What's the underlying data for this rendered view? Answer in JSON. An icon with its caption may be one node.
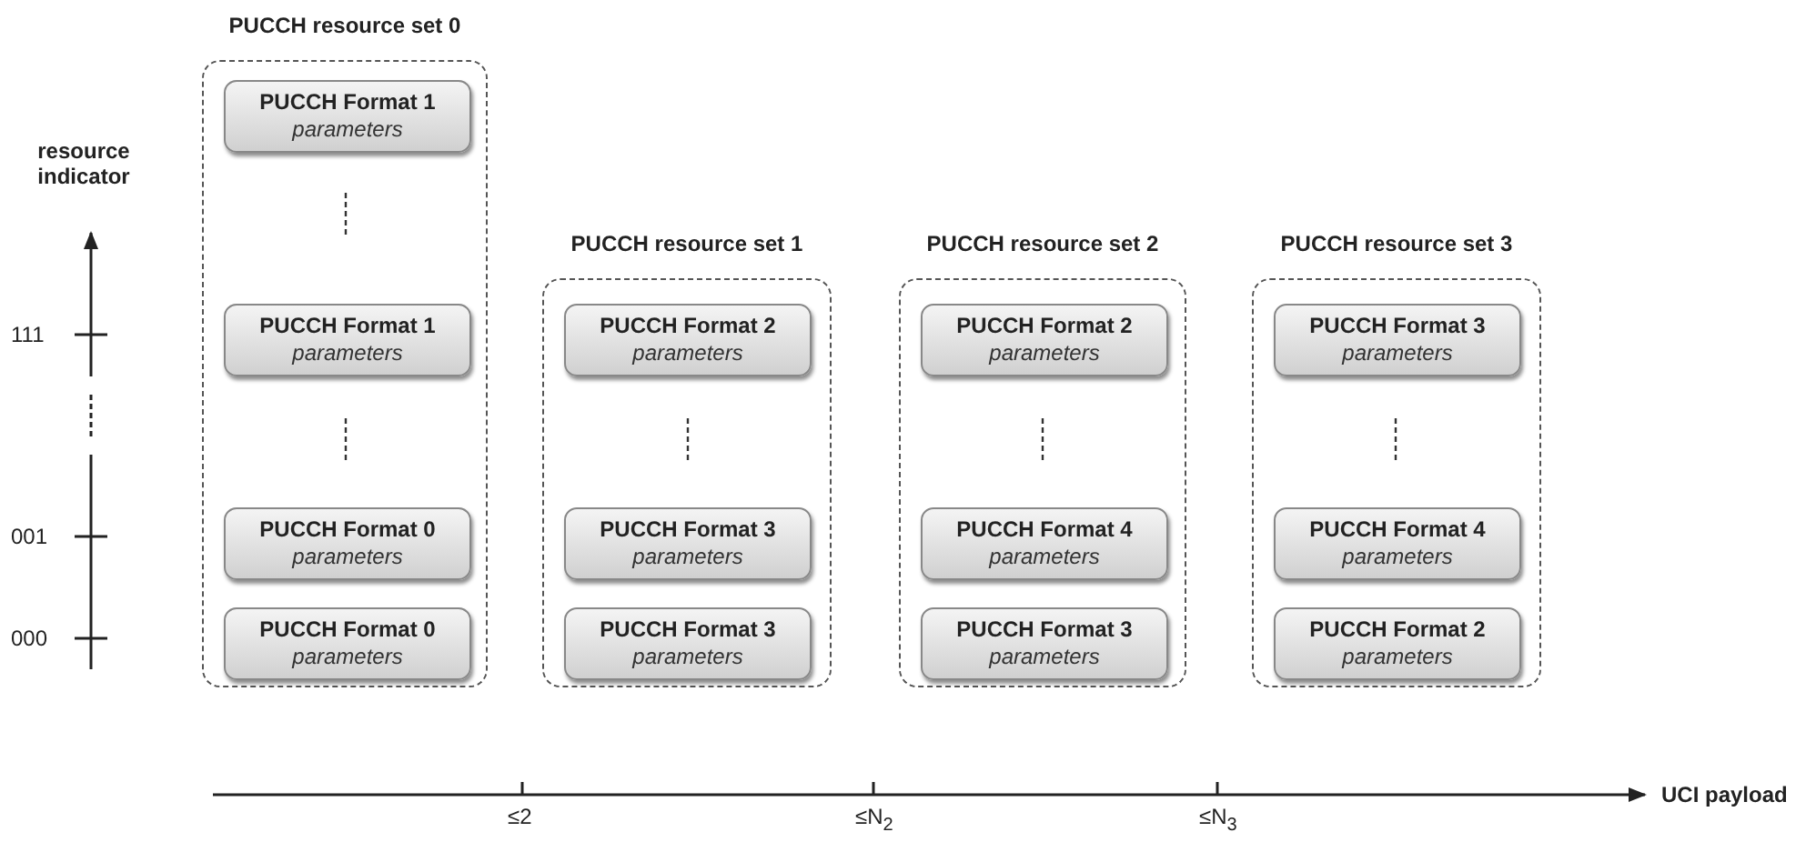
{
  "diagram": {
    "nodes": [
      {
        "text": [
          "PUCCH resource set 0"
        ]
      },
      {
        "text": [
          "PUCCH Format 1",
          "parameters"
        ],
        "in": 0
      },
      {
        "text": [
          "PUCCH Format 1",
          "parameters"
        ],
        "in": 0
      },
      {
        "text": [
          "PUCCH Format 0",
          "parameters"
        ],
        "in": 0
      },
      {
        "text": [
          "PUCCH Format 0",
          "parameters"
        ],
        "in": 0
      },
      {
        "text": [
          "PUCCH resource set 1"
        ]
      },
      {
        "text": [
          "PUCCH Format 2",
          "parameters"
        ],
        "in": 5
      },
      {
        "text": [
          "PUCCH Format 3",
          "parameters"
        ],
        "in": 5
      },
      {
        "text": [
          "PUCCH Format 3",
          "parameters"
        ],
        "in": 5
      },
      {
        "text": [
          "PUCCH resource set 2"
        ]
      },
      {
        "text": [
          "PUCCH Format 2",
          "parameters"
        ],
        "in": 9
      },
      {
        "text": [
          "PUCCH Format 4",
          "parameters"
        ],
        "in": 9
      },
      {
        "text": [
          "PUCCH Format 3",
          "parameters"
        ],
        "in": 9
      },
      {
        "text": [
          "PUCCH resource set 3"
        ]
      },
      {
        "text": [
          "PUCCH Format 3",
          "parameters"
        ],
        "in": 13
      },
      {
        "text": [
          "PUCCH Format 4",
          "parameters"
        ],
        "in": 13
      },
      {
        "text": [
          "PUCCH Format 2",
          "parameters"
        ],
        "in": 13
      }
    ],
    "labels": [
      "resource indicator",
      "111",
      "001",
      "000",
      "≤2",
      "≤N$_{2}$",
      "≤N$_{3}$",
      "UCI payload"
    ]
  }
}
